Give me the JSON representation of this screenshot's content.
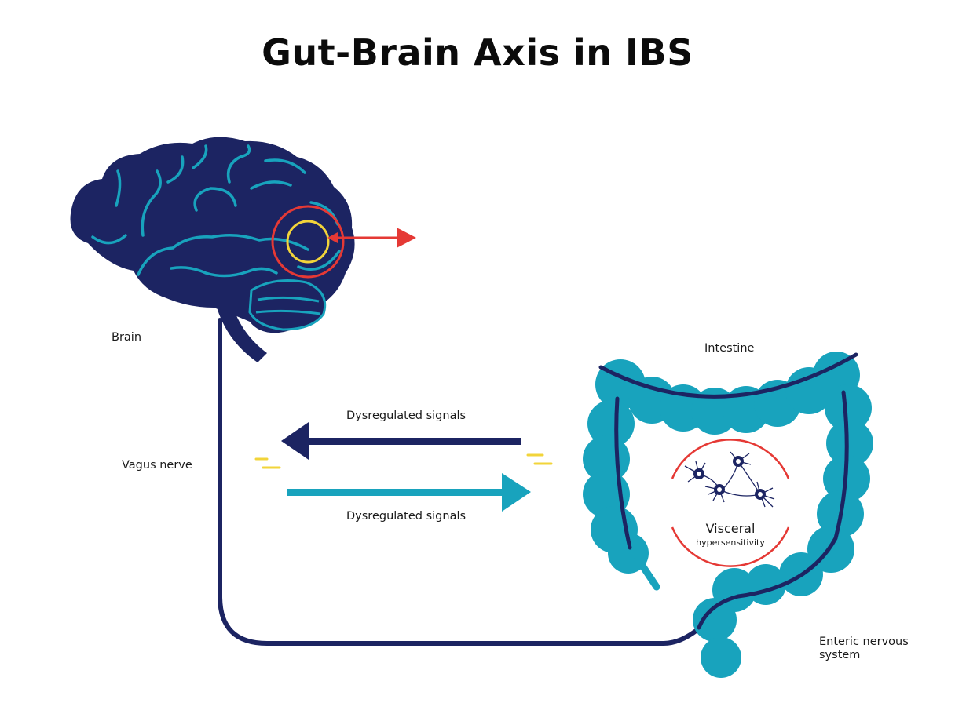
{
  "title": "Gut-Brain Axis in IBS",
  "labels": {
    "brain": "Brain",
    "intestine": "Intestine",
    "vagus_nerve": "Vagus nerve",
    "signal_top": "Dysregulated signals",
    "signal_bottom": "Dysregulated signals",
    "visceral": "Visceral",
    "hypersensitivity": "hypersensitivity",
    "enteric_line1": "Enteric nervous",
    "enteric_line2": "system"
  },
  "colors": {
    "navy": "#1c2462",
    "teal": "#18a3bd",
    "red": "#e53935",
    "yellow": "#f2d43a"
  },
  "icons": [
    "brain-icon",
    "intestine-icon",
    "neuron-icon",
    "arrow-left-icon",
    "arrow-right-icon",
    "double-arrow-icon"
  ]
}
